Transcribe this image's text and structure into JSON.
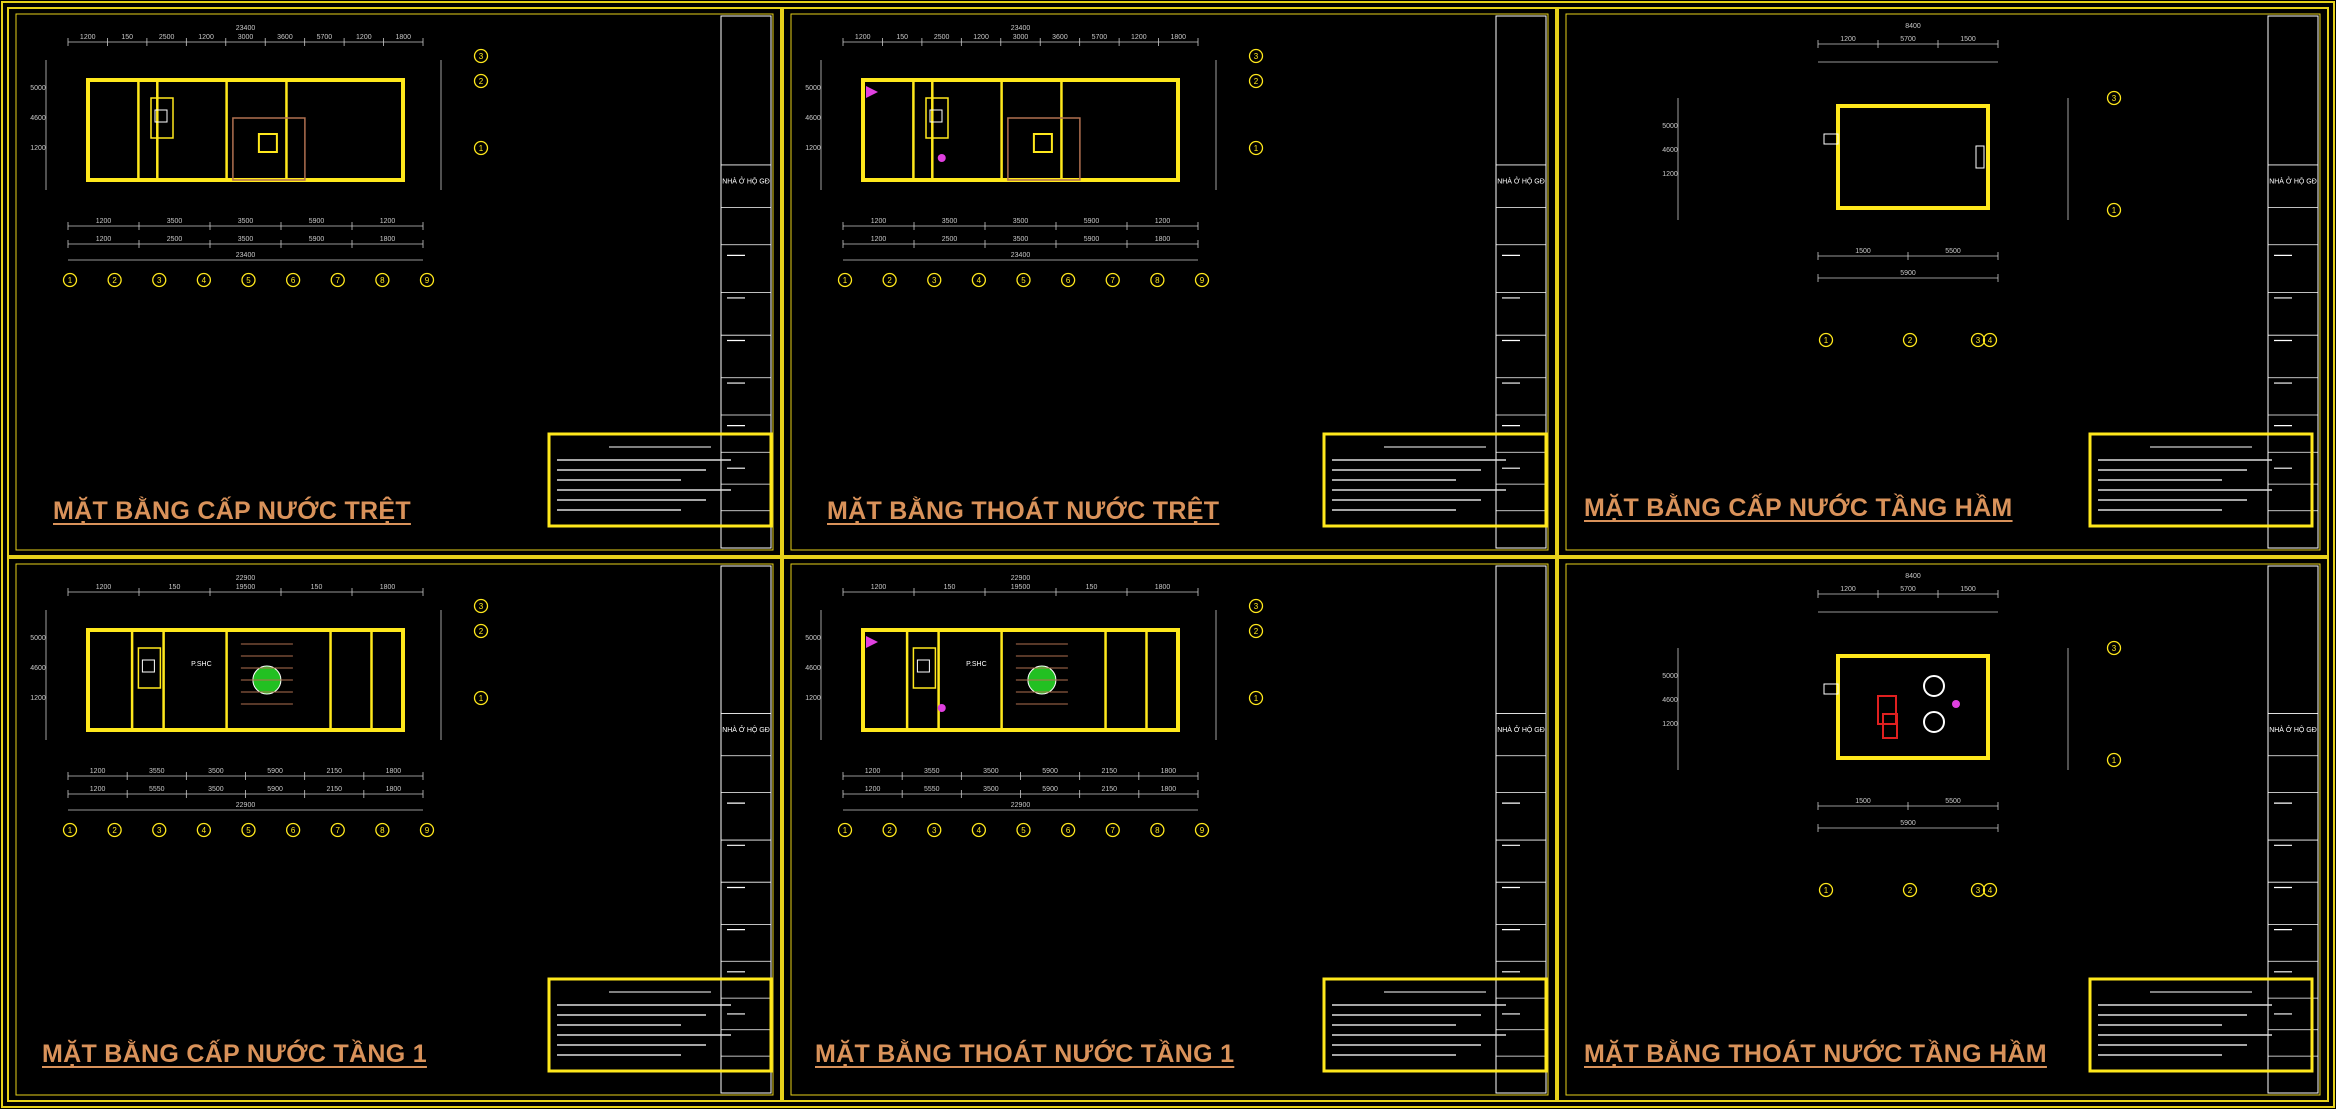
{
  "colors": {
    "background": "#000000",
    "frame": "#e6d01a",
    "wall": "#ffe81c",
    "dim": "#c8c8c8",
    "title": "#d9925a",
    "accent_red": "#e02020",
    "accent_magenta": "#e040e0",
    "accent_green": "#22c022"
  },
  "sheets": [
    {
      "title": "MẶT BẰNG CẤP NƯỚC TRỆT",
      "overall_dim": "23400",
      "dims_top": [
        "1200",
        "150",
        "2500",
        "1200",
        "3000",
        "3600",
        "5700",
        "1200",
        "1800"
      ],
      "dims_bottom_1": [
        "1200",
        "3500",
        "3500",
        "5900",
        "1200"
      ],
      "dims_bottom_2": [
        "1200",
        "2500",
        "3500",
        "5900",
        "1800"
      ],
      "side_dims": [
        "5000",
        "4600",
        "1200"
      ],
      "row_axes": [
        "3",
        "2",
        "1"
      ],
      "col_axes": [
        "1",
        "2",
        "3",
        "4",
        "5",
        "6",
        "7",
        "8",
        "9"
      ],
      "room_labels": [],
      "title_block_note": "NHÀ Ở HỘ GĐ"
    },
    {
      "title": "MẶT BẰNG THOÁT NƯỚC TRỆT",
      "overall_dim": "23400",
      "dims_top": [
        "1200",
        "150",
        "2500",
        "1200",
        "3000",
        "3600",
        "5700",
        "1200",
        "1800"
      ],
      "dims_bottom_1": [
        "1200",
        "3500",
        "3500",
        "5900",
        "1200"
      ],
      "dims_bottom_2": [
        "1200",
        "2500",
        "3500",
        "5900",
        "1800"
      ],
      "side_dims": [
        "5000",
        "4600",
        "1200"
      ],
      "row_axes": [
        "3",
        "2",
        "1"
      ],
      "col_axes": [
        "1",
        "2",
        "3",
        "4",
        "5",
        "6",
        "7",
        "8",
        "9"
      ],
      "room_labels": [],
      "title_block_note": "NHÀ Ở HỘ GĐ"
    },
    {
      "title": "MẶT BẰNG CẤP NƯỚC TẦNG HẦM",
      "overall_dim": "8400",
      "dims_top": [
        "1200",
        "5700",
        "1500"
      ],
      "dims_bottom_1": [
        "1500",
        "5500"
      ],
      "dims_bottom_2": [
        "5900"
      ],
      "side_dims": [
        "5000",
        "4600",
        "1200"
      ],
      "row_axes": [
        "3",
        "1"
      ],
      "col_axes": [
        "1",
        "2",
        "3",
        "4"
      ],
      "room_labels": [],
      "title_block_note": "NHÀ Ở HỘ GĐ"
    },
    {
      "title": "MẶT BẰNG CẤP NƯỚC TẦNG 1",
      "overall_dim": "22900",
      "dims_top": [
        "1200",
        "150",
        "19500",
        "150",
        "1800"
      ],
      "dims_bottom_1": [
        "1200",
        "3550",
        "3500",
        "5900",
        "2150",
        "1800"
      ],
      "dims_bottom_2": [
        "1200",
        "5550",
        "3500",
        "5900",
        "2150",
        "1800"
      ],
      "side_dims": [
        "5000",
        "4600",
        "1200"
      ],
      "row_axes": [
        "3",
        "2",
        "1"
      ],
      "col_axes": [
        "1",
        "2",
        "3",
        "4",
        "5",
        "6",
        "7",
        "8",
        "9"
      ],
      "room_labels": [
        "P.SHC",
        "P.SHC"
      ],
      "title_block_note": "NHÀ Ở HỘ GĐ"
    },
    {
      "title": "MẶT BẰNG THOÁT NƯỚC TẦNG 1",
      "overall_dim": "22900",
      "dims_top": [
        "1200",
        "150",
        "19500",
        "150",
        "1800"
      ],
      "dims_bottom_1": [
        "1200",
        "3550",
        "3500",
        "5900",
        "2150",
        "1800"
      ],
      "dims_bottom_2": [
        "1200",
        "5550",
        "3500",
        "5900",
        "2150",
        "1800"
      ],
      "side_dims": [
        "5000",
        "4600",
        "1200"
      ],
      "row_axes": [
        "3",
        "2",
        "1"
      ],
      "col_axes": [
        "1",
        "2",
        "3",
        "4",
        "5",
        "6",
        "7",
        "8",
        "9"
      ],
      "room_labels": [
        "P.SHC",
        "P.SHC"
      ],
      "title_block_note": "NHÀ Ở HỘ GĐ"
    },
    {
      "title": "MẶT BẰNG THOÁT NƯỚC TẦNG HẦM",
      "overall_dim": "8400",
      "dims_top": [
        "1200",
        "5700",
        "1500"
      ],
      "dims_bottom_1": [
        "1500",
        "5500"
      ],
      "dims_bottom_2": [
        "5900"
      ],
      "side_dims": [
        "5000",
        "4600",
        "1200"
      ],
      "row_axes": [
        "3",
        "1"
      ],
      "col_axes": [
        "1",
        "2",
        "3",
        "4"
      ],
      "room_labels": [],
      "title_block_note": "NHÀ Ở HỘ GĐ"
    }
  ]
}
